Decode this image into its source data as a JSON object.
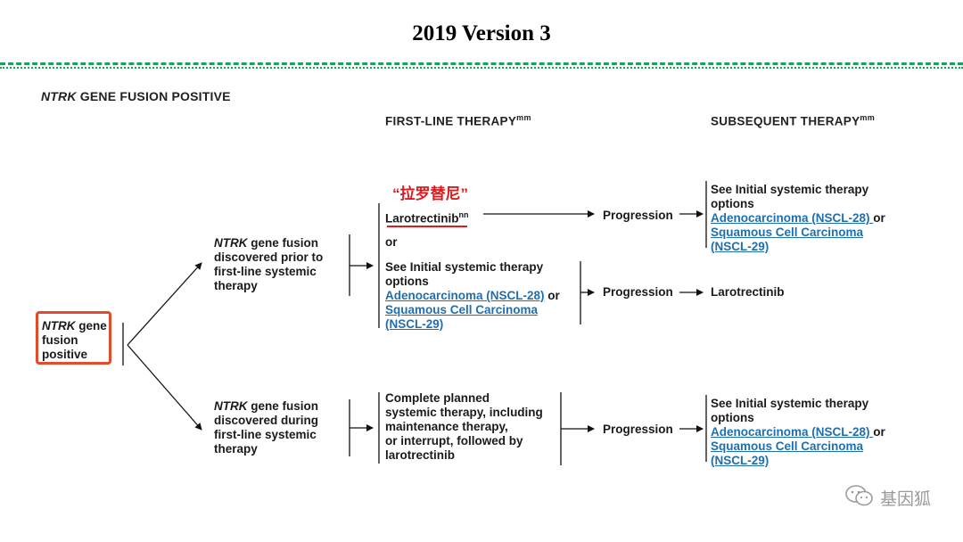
{
  "header": {
    "title": "2019 Version 3"
  },
  "section_heading": {
    "italic": "NTRK",
    "rest": " GENE FUSION POSITIVE"
  },
  "columns": {
    "first_line": {
      "label": "FIRST-LINE THERAPY",
      "sup": "mm"
    },
    "subsequent": {
      "label": "SUBSEQUENT THERAPY",
      "sup": "mm"
    }
  },
  "annotation": {
    "chinese_label": "“拉罗替尼”"
  },
  "start_node": {
    "italic": "NTRK",
    "line1_rest": " gene",
    "line2": "fusion",
    "line3": "positive"
  },
  "branch_prior": {
    "italic": "NTRK",
    "line1_rest": " gene fusion",
    "line2": "discovered prior to",
    "line3": "first-line systemic",
    "line4": "therapy"
  },
  "branch_during": {
    "italic": "NTRK",
    "line1_rest": " gene fusion",
    "line2": "discovered during",
    "line3": "first-line systemic",
    "line4": "therapy"
  },
  "first_line_options": {
    "larotrectinib": {
      "label": "Larotrectinib",
      "sup": "nn"
    },
    "or_label": "or",
    "see_initial": {
      "line1": "See Initial systemic therapy",
      "line2": "options",
      "link_adeno": "Adenocarcinoma (NSCL-28)",
      "or_label": " or",
      "link_squamous_line1": "Squamous Cell Carcinoma",
      "link_squamous_line2": "(NSCL-29)"
    }
  },
  "during_therapy_text": {
    "line1": "Complete planned",
    "line2": "systemic therapy, including",
    "line3": "maintenance therapy,",
    "line4": "or interrupt, followed by",
    "line5": "larotrectinib"
  },
  "progression_label": "Progression",
  "subsequent_options": {
    "top": {
      "line1": "See Initial systemic therapy",
      "line2": "options",
      "link_adeno": "Adenocarcinoma (NSCL-28) ",
      "or_label": "or",
      "link_squamous_line1": "Squamous Cell Carcinoma ",
      "link_squamous_line2": "(NSCL-29)"
    },
    "middle": {
      "label": "Larotrectinib"
    },
    "bottom": {
      "line1": "See Initial systemic therapy",
      "line2": "options",
      "link_adeno": "Adenocarcinoma (NSCL-28) ",
      "or_label": "or",
      "link_squamous_line1": "Squamous Cell Carcinoma ",
      "link_squamous_line2": "(NSCL-29)"
    }
  },
  "watermark": {
    "text": "基因狐",
    "icon": "wechat-icon"
  },
  "colors": {
    "accent_red": "#e64a2e",
    "link_blue": "#1f6fb0",
    "divider_green": "#1fa05a"
  }
}
